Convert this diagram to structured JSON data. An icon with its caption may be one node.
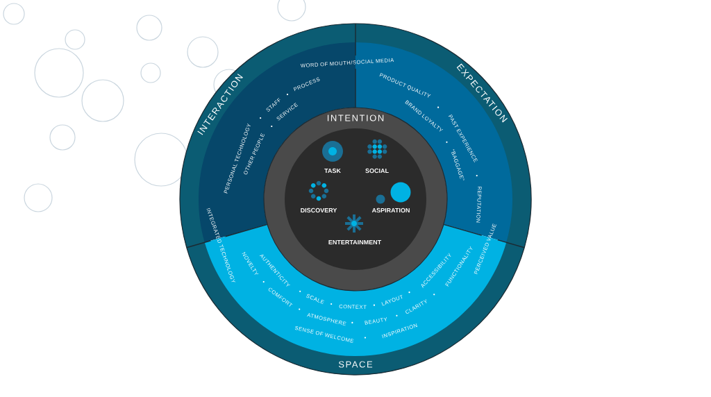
{
  "diagram": {
    "nodes": [
      {
        "text": [
          "INTERACTION",
          "PERSONAL TECHNOLOGY",
          "STAFF",
          "PROCESS",
          "OTHER PEOPLE",
          "SERVICE"
        ]
      },
      {
        "text": [
          "EXPECTATION",
          "PRODUCT QUALITY",
          "PAST EXPERIENCE",
          "REPUTATION",
          "BRAND LOYALTY",
          "“BAGGAGE”"
        ]
      },
      {
        "text": [
          "AUTHENTICITY",
          "SCALE",
          "CONTEXT",
          "LAYOUT",
          "ACCESSIBILITY",
          "NOVELTY",
          "COMFORT",
          "ATMOSPHERE",
          "BEAUTY",
          "CLARITY",
          "FUNCTIONALITY",
          "SENSE OF WELCOME",
          "INSPIRATION",
          "SPACE"
        ]
      },
      {
        "text": [
          "INTENTION",
          "TASK",
          "SOCIAL",
          "DISCOVERY",
          "ASPIRATION",
          "ENTERTAINMENT"
        ]
      }
    ],
    "labels": [
      "WORD OF MOUTH/SOCIAL MEDIA",
      "INTEGRATED TECHNOLOGY",
      "PERCEIVED VALUE"
    ]
  }
}
